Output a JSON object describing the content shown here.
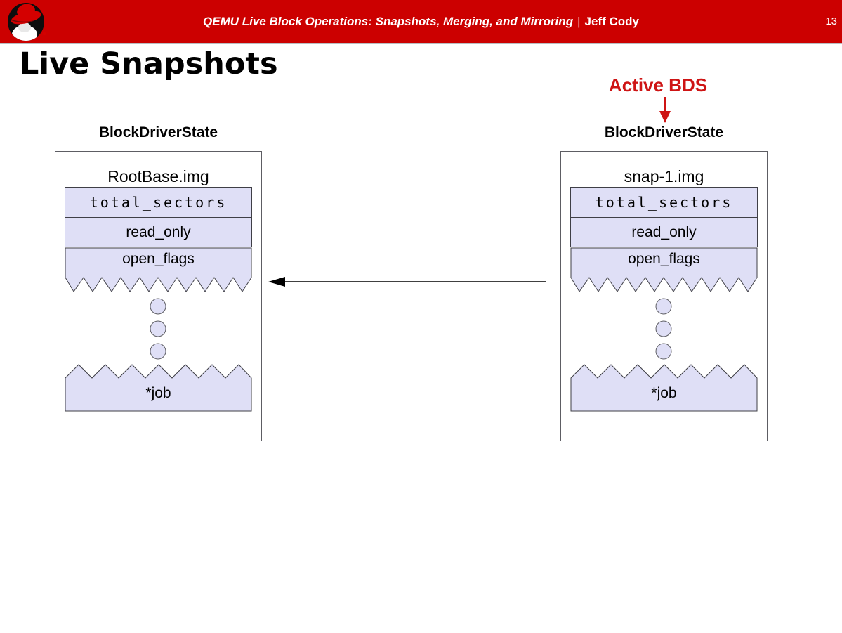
{
  "header": {
    "title": "QEMU Live Block Operations: Snapshots, Merging, and Mirroring",
    "separator": "|",
    "author": "Jeff Cody",
    "page_number": "13",
    "logo": "redhat-shadowman-logo",
    "bg_color": "#cc0000"
  },
  "slide_title": "Live Snapshots",
  "annotations": {
    "active_bds": "Active BDS",
    "accent_color": "#ce1414"
  },
  "diagram": {
    "left_bds": {
      "label": "BlockDriverState",
      "image_name": "RootBase.img",
      "fields": [
        "total_sectors",
        "read_only",
        "open_flags"
      ],
      "job": "*job"
    },
    "right_bds": {
      "label": "BlockDriverState",
      "image_name": "snap-1.img",
      "fields": [
        "total_sectors",
        "read_only",
        "open_flags"
      ],
      "job": "*job"
    },
    "field_fill": "#dfdff6",
    "field_border": "#3f3f46",
    "box_border": "#5d5d63"
  }
}
